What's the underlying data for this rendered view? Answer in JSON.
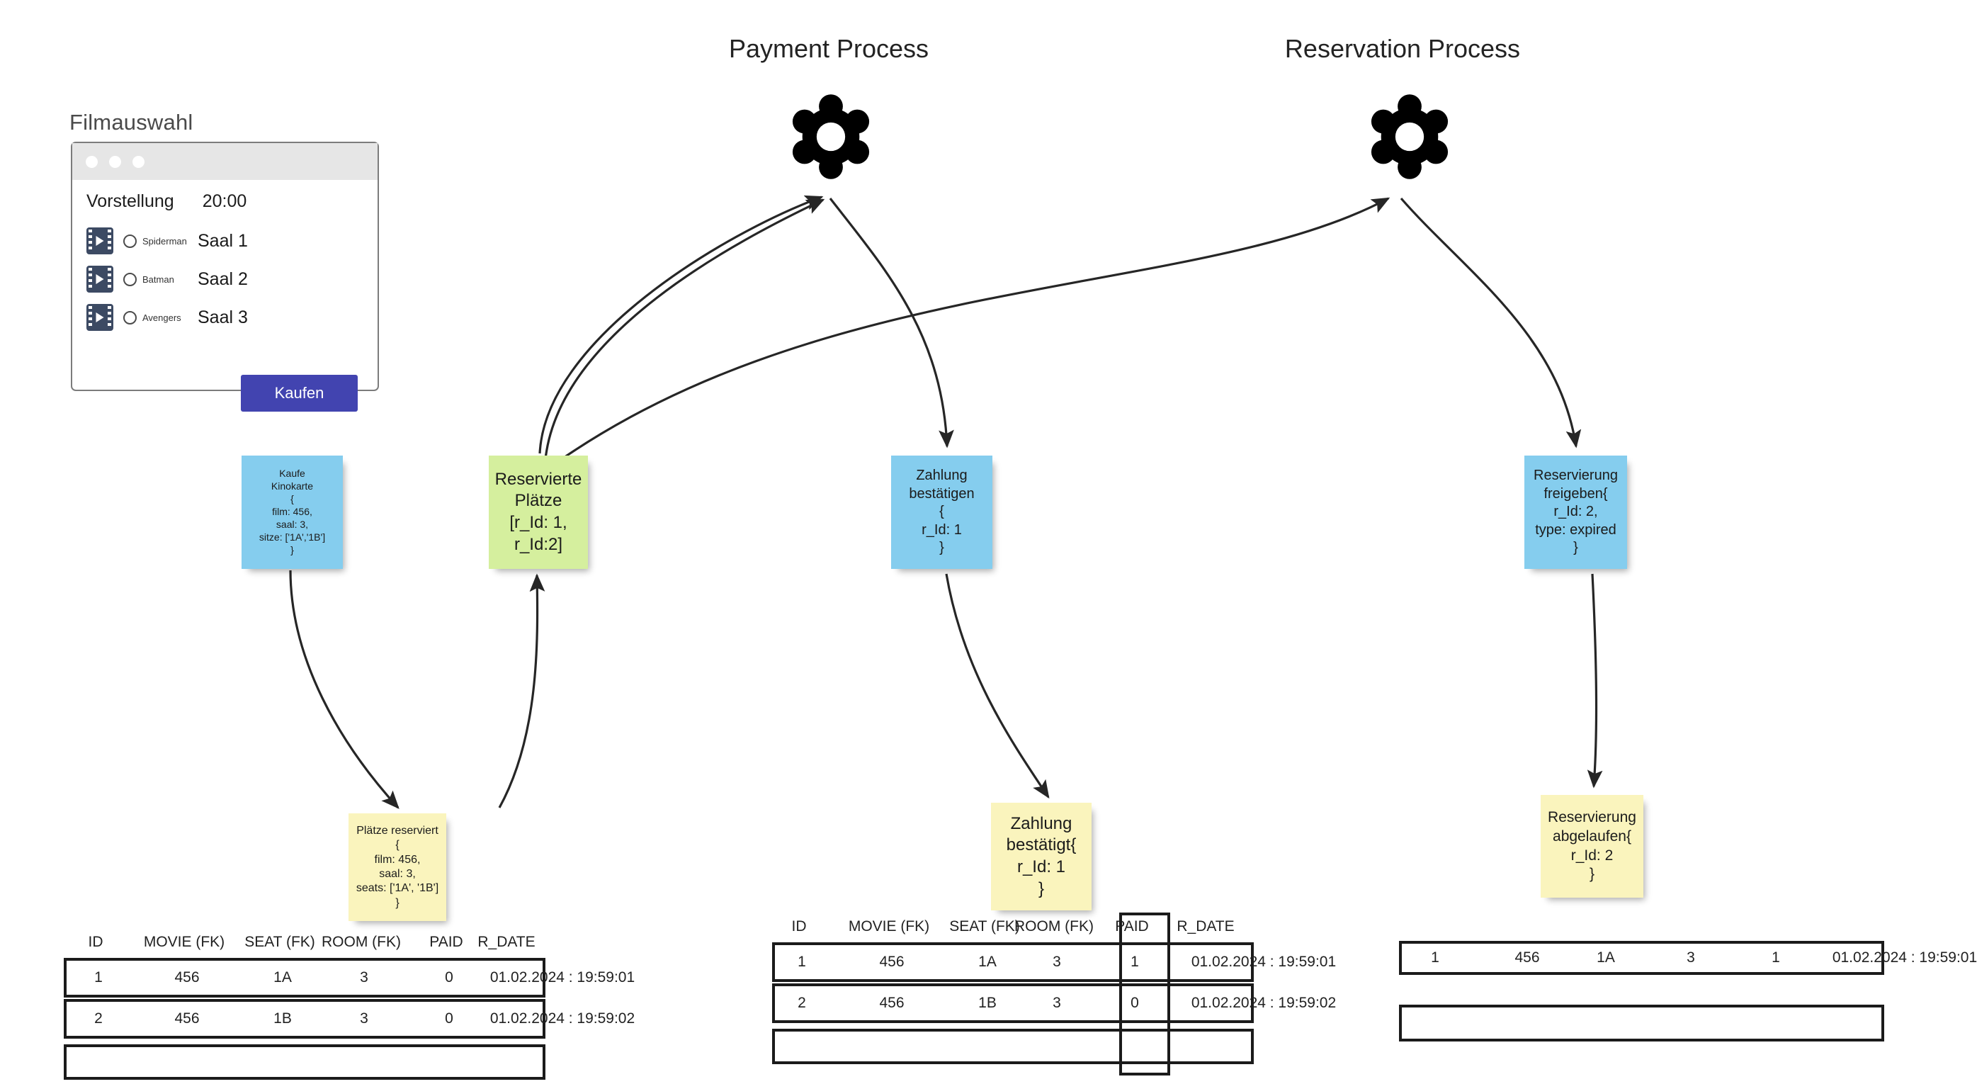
{
  "processes": [
    {
      "title": "Payment Process",
      "icon": "gear-icon"
    },
    {
      "title": "Reservation Process",
      "icon": "gear-icon"
    }
  ],
  "filmauswahl": {
    "heading": "Filmauswahl",
    "window_dots": [
      "dot",
      "dot",
      "dot"
    ],
    "vorstellung_label": "Vorstellung",
    "vorstellung_time": "20:00",
    "movies": [
      {
        "icon": "film-icon",
        "radio": "radio-unselected",
        "name": "Spiderman",
        "room": "Saal 1"
      },
      {
        "icon": "film-icon",
        "radio": "radio-unselected",
        "name": "Batman",
        "room": "Saal 2"
      },
      {
        "icon": "film-icon",
        "radio": "radio-unselected",
        "name": "Avengers",
        "room": "Saal 3"
      }
    ],
    "buy_button": "Kaufen"
  },
  "notes": {
    "kaufe_kinokarte": "Kaufe\nKinokarte\n{\nfilm: 456,\nsaal: 3,\nsitze: ['1A','1B']\n}",
    "reservierte_plaetze": "Reservierte\nPlätze\n[r_Id: 1,\nr_Id:2]",
    "zahlung_bestaetigen": "Zahlung\nbestätigen\n{\nr_Id: 1\n}",
    "reservierung_freigeben": "Reservierung\nfreigeben{\nr_Id: 2,\ntype: expired\n}",
    "plaetze_reserviert": "Plätze reserviert\n{\nfilm: 456,\nsaal: 3,\nseats: ['1A', '1B']\n}",
    "zahlung_bestaetigt": "Zahlung\nbestätigt{\nr_Id: 1\n}",
    "reservierung_abgelaufen": "Reservierung\nabgelaufen{\nr_Id: 2\n}"
  },
  "tables": {
    "left": {
      "headers": [
        "ID",
        "MOVIE (FK)",
        "SEAT (FK)",
        "ROOM (FK)",
        "PAID",
        "R_DATE"
      ],
      "rows": [
        [
          "1",
          "456",
          "1A",
          "3",
          "0",
          "01.02.2024 : 19:59:01"
        ],
        [
          "2",
          "456",
          "1B",
          "3",
          "0",
          "01.02.2024 : 19:59:02"
        ]
      ],
      "empty_rows": 1
    },
    "middle": {
      "headers": [
        "ID",
        "MOVIE (FK)",
        "SEAT (FK)",
        "ROOM (FK)",
        "PAID",
        "R_DATE"
      ],
      "rows": [
        [
          "1",
          "456",
          "1A",
          "3",
          "1",
          "01.02.2024 : 19:59:01"
        ],
        [
          "2",
          "456",
          "1B",
          "3",
          "0",
          "01.02.2024 : 19:59:02"
        ]
      ],
      "empty_rows": 1,
      "highlighted_column": "PAID"
    },
    "right": {
      "headers": [],
      "rows": [
        [
          "1",
          "456",
          "1A",
          "3",
          "1",
          "01.02.2024 : 19:59:01"
        ]
      ],
      "empty_rows": 1
    }
  },
  "colors": {
    "note_blue": "#85cdee",
    "note_green": "#d5ef9e",
    "note_yellow": "#faf4bd",
    "button_primary": "#4244b0",
    "arrow": "#262626",
    "film_icon": "#3c4a63"
  }
}
